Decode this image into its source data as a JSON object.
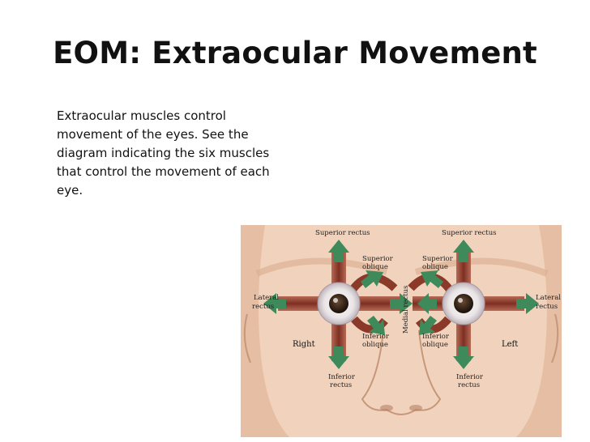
{
  "slide": {
    "title": "EOM: Extraocular Movement",
    "body_lines": [
      "Extraocular muscles control",
      "movement of the eyes.  See the",
      "diagram indicating the six muscles",
      "that control the movement of each",
      "eye."
    ]
  },
  "diagram": {
    "labels": {
      "superior_rectus_left": "Superior rectus",
      "superior_rectus_right": "Superior rectus",
      "superior_oblique_left": [
        "Superior",
        "oblique"
      ],
      "superior_oblique_right": [
        "Superior",
        "oblique"
      ],
      "lateral_rectus_left": [
        "Lateral",
        "rectus"
      ],
      "lateral_rectus_right": [
        "Lateral",
        "rectus"
      ],
      "medial_rectus": "Medial rectus",
      "inferior_oblique_left": [
        "Inferior",
        "oblique"
      ],
      "inferior_oblique_right": [
        "Inferior",
        "oblique"
      ],
      "inferior_rectus_left": [
        "Inferior",
        "rectus"
      ],
      "inferior_rectus_right": [
        "Inferior",
        "rectus"
      ],
      "side_right": "Right",
      "side_left": "Left"
    },
    "colors": {
      "skin": "#f1d3bd",
      "skin_shadow": "#d9ab8e",
      "muscle": "#8b3a2a",
      "arrow": "#3f8a5a",
      "iris": "#3a2a1c"
    }
  }
}
